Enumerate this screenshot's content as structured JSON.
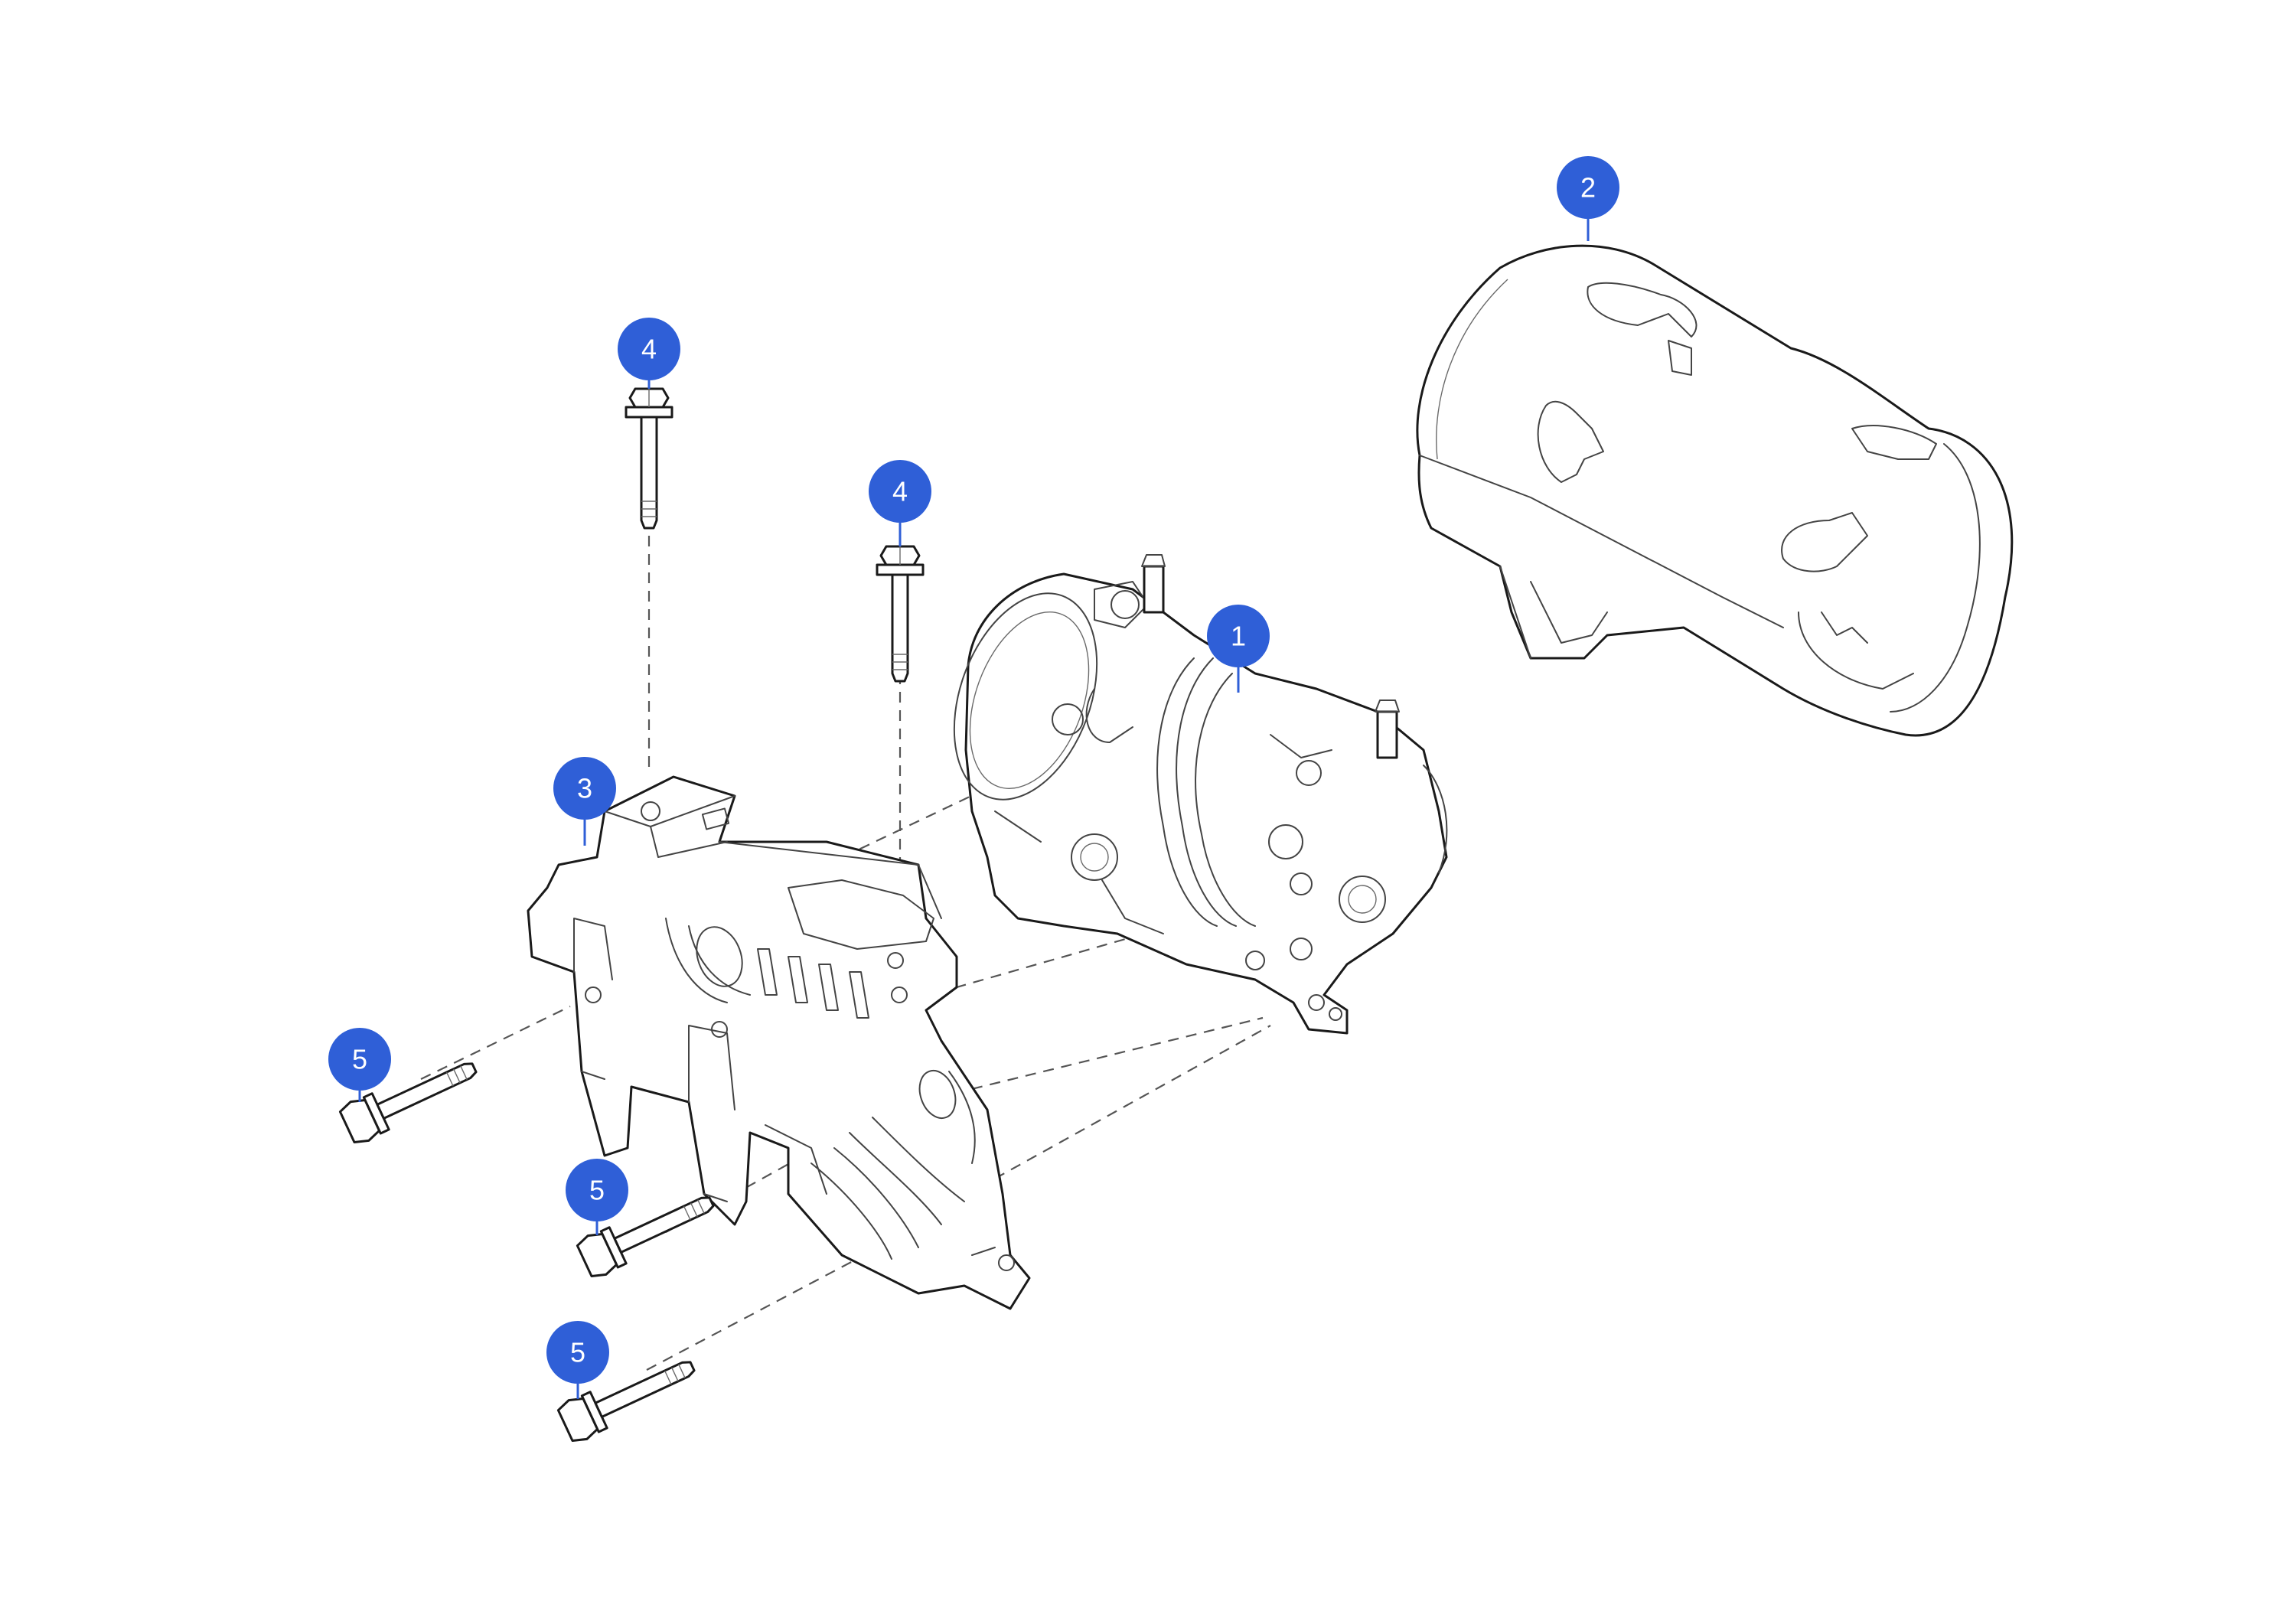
{
  "callout_color": "#2f5fd7",
  "callouts": [
    {
      "number": "1",
      "part": "compressor"
    },
    {
      "number": "2",
      "part": "insulation-cover"
    },
    {
      "number": "3",
      "part": "mounting-bracket"
    },
    {
      "number": "4",
      "part": "vertical-bolt-left"
    },
    {
      "number": "4",
      "part": "vertical-bolt-right"
    },
    {
      "number": "5",
      "part": "horizontal-bolt-upper"
    },
    {
      "number": "5",
      "part": "horizontal-bolt-middle"
    },
    {
      "number": "5",
      "part": "horizontal-bolt-lower"
    }
  ]
}
